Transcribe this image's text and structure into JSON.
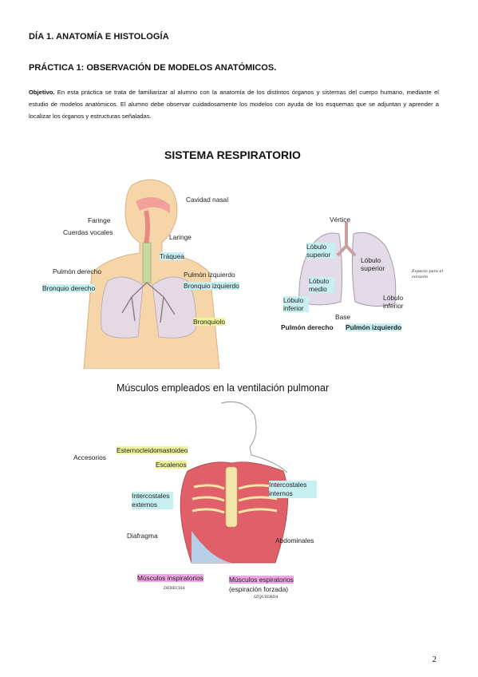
{
  "header": {
    "day_title": "DÍA 1. ANATOMÍA E HISTOLOGÍA",
    "practice_title": "PRÁCTICA 1: OBSERVACIÓN DE MODELOS ANATÓMICOS."
  },
  "objective": {
    "label": "Objetivo.",
    "text": " En esta práctica se trata de familiarizar al alumno con la anatomía de los distintos órganos y sistemas del cuerpo humano, mediante el estudio de modelos anatómicos. El alumno debe observar cuidadosamente los modelos con ayuda de los esquemas que se adjuntan y aprender a localizar los órganos y estructuras señaladas."
  },
  "respiratory": {
    "title": "SISTEMA RESPIRATORIO",
    "labels": {
      "cavidad_nasal": "Cavidad nasal",
      "faringe": "Faringe",
      "cuerdas_vocales": "Cuerdas vocales",
      "laringe": "Laringe",
      "traquea": "Tráquea",
      "pulmon_derecho": "Pulmón derecho",
      "pulmon_izquierdo": "Pulmón izquierdo",
      "bronquio_derecho": "Bronquio derecho",
      "bronquio_izquierdo": "Bronquio izquierdo",
      "bronquiolo": "Bronquiolo"
    },
    "lungs": {
      "vertice": "Vértice",
      "lobulo_superior_der": "Lóbulo superior",
      "lobulo_medio": "Lóbulo medio",
      "lobulo_inferior_der": "Lóbulo inferior",
      "lobulo_superior_izq": "Lóbulo superior",
      "lobulo_inferior_izq": "Lóbulo inferior",
      "base": "Base",
      "pulmon_derecho": "Pulmón derecho",
      "pulmon_izquierdo": "Pulmón izquierdo",
      "handwritten_note": "Espacio para el corazón"
    }
  },
  "muscles": {
    "title": "Músculos empleados en la ventilación pulmonar",
    "labels": {
      "accesorios": "Accesorios",
      "esternocleidomastoideo": "Esternocleidomastoideo",
      "escalenos": "Escalenos",
      "intercostales_externos": "Intercostales externos",
      "intercostales_internos": "Intercostales internos",
      "diafragma": "Diafragma",
      "abdominales": "Abdominales",
      "inspiratorios": "Músculos inspiratorios",
      "espiratorios": "Músculos espiratorios",
      "espiracion_forzada": "(espiración forzada)",
      "note_derecha": "DERECHA",
      "note_izquierda": "IZQUIERDA"
    }
  },
  "page_number": "2",
  "colors": {
    "highlight_cyan": "#c8f0f2",
    "highlight_yellow": "#eef59a",
    "highlight_pink": "#f3a6e6",
    "skin": "#f6d6a8",
    "lung": "#e8dde8",
    "muscle": "#e0606a",
    "rib_blue": "#b8cfe8"
  }
}
